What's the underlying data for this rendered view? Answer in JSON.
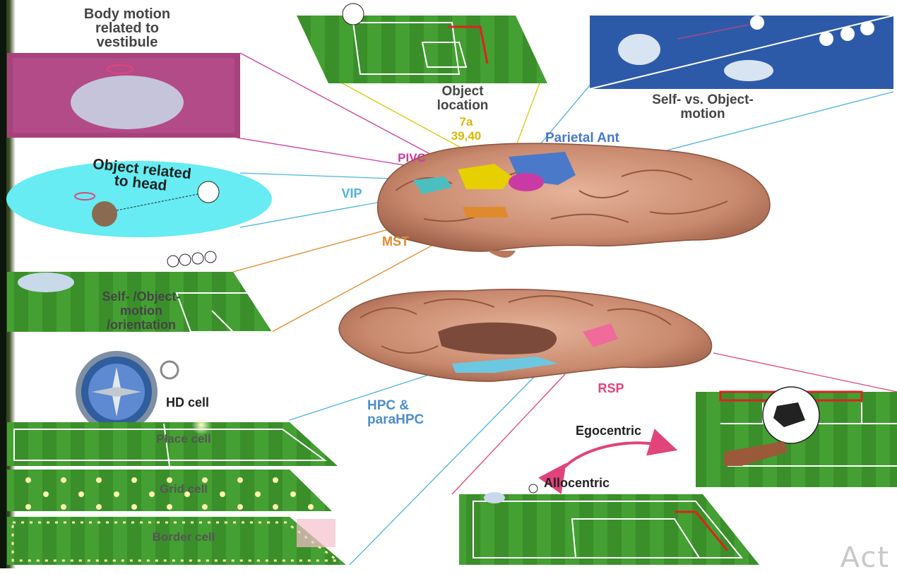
{
  "labels": {
    "body_motion": "Body motion\nrelated to\nvestibule",
    "object_location": "Object\nlocation",
    "self_vs_object": "Self- vs. Object-\nmotion",
    "area_7a": "7a\n39,40",
    "parietal_ant": "Parietal Ant",
    "pivc": "PIVC",
    "object_related_head": "Object related\nto head",
    "vip": "VIP",
    "mst": "MST",
    "self_object_orientation": "Self- /Object-\nmotion\n/orientation",
    "rsp": "RSP",
    "hd_cell": "HD cell",
    "hpc": "HPC &\nparaHPC",
    "place_cell": "Place cell",
    "grid_cell": "Grid cell",
    "border_cell": "Border cell",
    "egocentric": "Egocentric",
    "allocentric": "Allocentric",
    "watermark": "Act"
  },
  "colors": {
    "field_green": "#3a8f2a",
    "pivc": "#c93ba3",
    "vip": "#4bb3e0",
    "mst": "#e08a2e",
    "area_7a": "#d9b800",
    "parietal_ant": "#4a79c9",
    "rsp": "#e0447a",
    "hpc": "#4c8fc9",
    "arrow": "#e0447a"
  }
}
